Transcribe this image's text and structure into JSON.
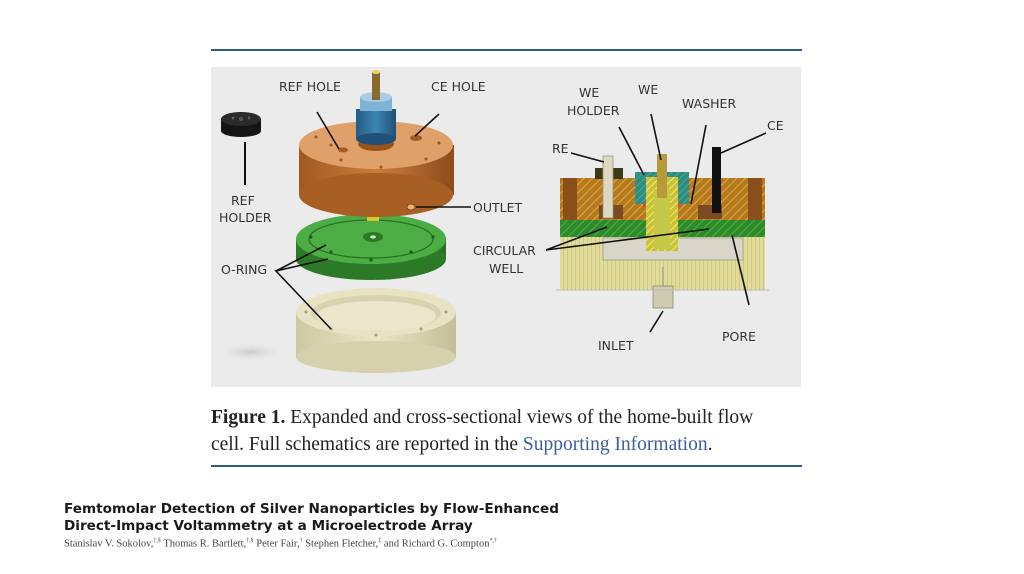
{
  "figure": {
    "exploded_view_labels": {
      "ref_hole": "REF HOLE",
      "ce_hole": "CE HOLE",
      "ref_holder_line1": "REF",
      "ref_holder_line2": "HOLDER",
      "outlet": "OUTLET",
      "o_ring": "O-RING"
    },
    "cross_section_labels": {
      "we_holder_line1": "WE",
      "we_holder_line2": "HOLDER",
      "we": "WE",
      "washer": "WASHER",
      "ce": "CE",
      "re": "RE",
      "circular_well_line1": "CIRCULAR",
      "circular_well_line2": "WELL",
      "inlet": "INLET",
      "pore": "PORE"
    },
    "colors": {
      "rule": "#2f5b8c",
      "panel_bg": "#ebebeb",
      "top_plate": "#c8783a",
      "we_holder": "#3d86b0",
      "green_plate": "#3f9a3a",
      "base": "#e6e0bf",
      "link": "#3c5f9a"
    }
  },
  "caption": {
    "label": "Figure 1.",
    "text_line1": " Expanded and cross-sectional views of the home-built flow",
    "text_line2": "cell. Full schematics are reported in the ",
    "link_text": "Supporting Information",
    "end": "."
  },
  "paper": {
    "title_line1": "Femtomolar Detection of Silver Nanoparticles by Flow-Enhanced",
    "title_line2": "Direct-Impact Voltammetry at a Microelectrode Array",
    "authors": [
      {
        "name": "Stanislav V. Sokolov,",
        "affil": "†,§"
      },
      {
        "name": " Thomas R. Bartlett,",
        "affil": "†,§"
      },
      {
        "name": " Peter Fair,",
        "affil": "†"
      },
      {
        "name": " Stephen Fletcher,",
        "affil": "‡"
      },
      {
        "name": " and Richard G. Compton",
        "affil": "*,†"
      }
    ]
  }
}
